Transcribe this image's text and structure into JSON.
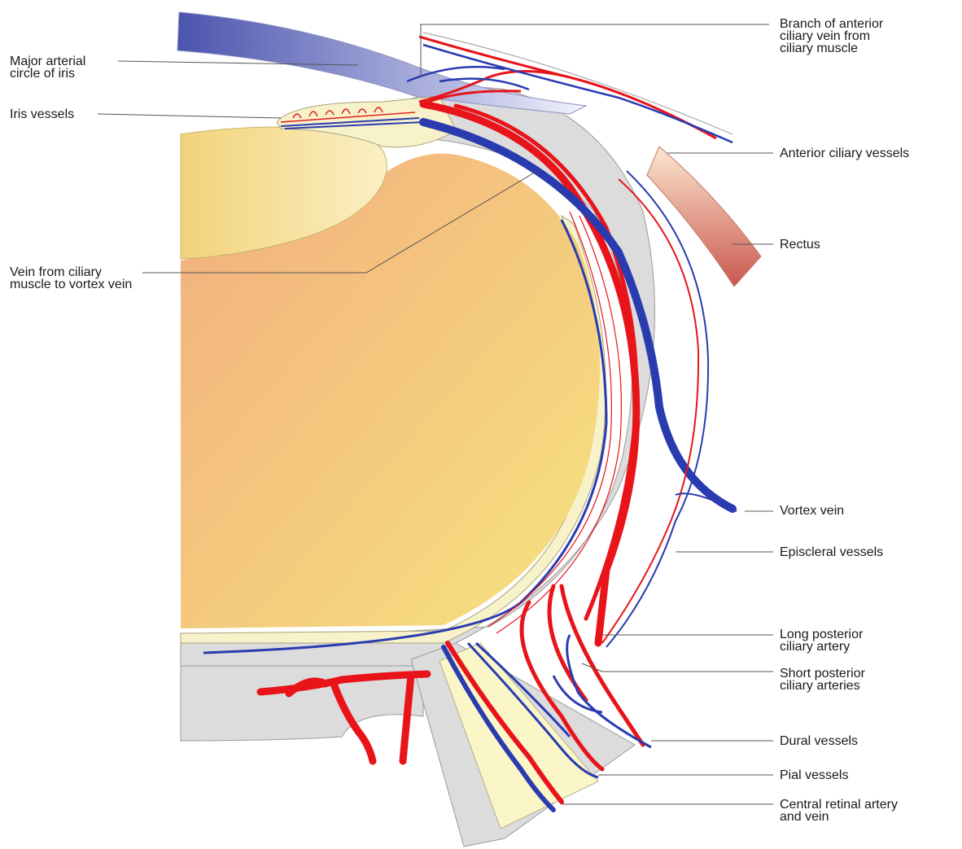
{
  "colors": {
    "artery": "#e8141a",
    "vein": "#2a3bb0",
    "sclera": "#d9d9d9",
    "nerve": "#faf6c8",
    "leader_line": "#555555"
  },
  "labels": {
    "branch_anterior_ciliary_vein": [
      "Branch of anterior",
      "ciliary vein from",
      "ciliary muscle"
    ],
    "major_arterial_circle": [
      "Major arterial",
      "circle of iris"
    ],
    "iris_vessels": [
      "Iris vessels"
    ],
    "anterior_ciliary_vessels": [
      "Anterior ciliary vessels"
    ],
    "rectus": [
      "Rectus"
    ],
    "vein_ciliary_to_vortex": [
      "Vein from ciliary",
      "muscle to vortex vein"
    ],
    "vortex_vein": [
      "Vortex vein"
    ],
    "episcleral_vessels": [
      "Episcleral vessels"
    ],
    "long_posterior_ciliary_artery": [
      "Long posterior",
      "ciliary artery"
    ],
    "short_posterior_ciliary_arteries": [
      "Short posterior",
      "ciliary arteries"
    ],
    "dural_vessels": [
      "Dural vessels"
    ],
    "pial_vessels": [
      "Pial vessels"
    ],
    "central_retinal_artery_vein": [
      "Central retinal artery",
      "and vein"
    ]
  }
}
